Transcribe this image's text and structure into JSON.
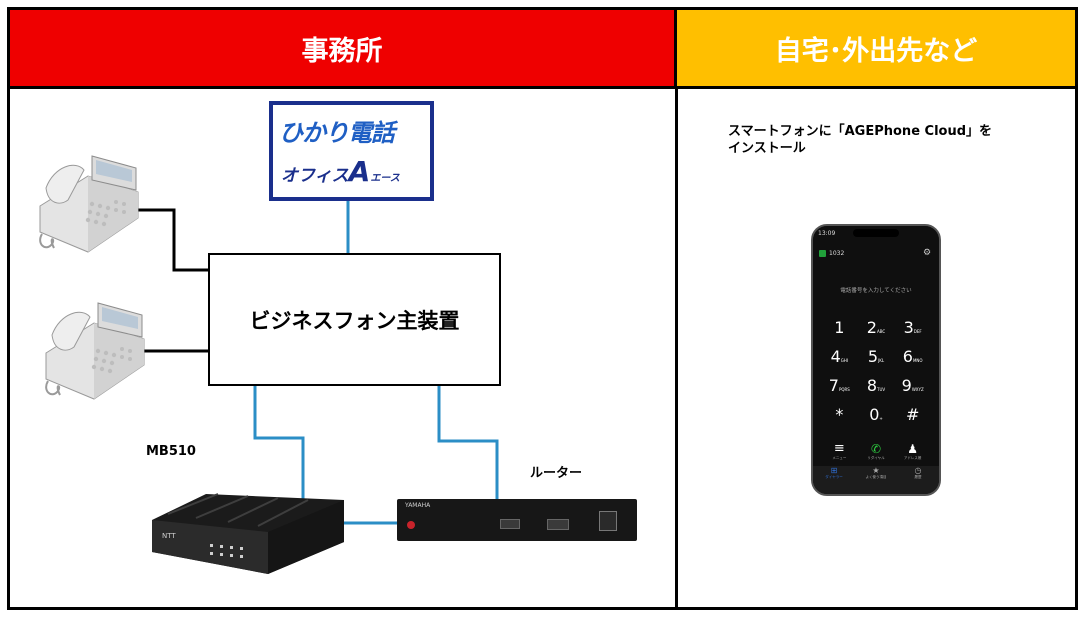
{
  "office": {
    "title": "事務所",
    "bg": "#ef0000"
  },
  "remote": {
    "title": "自宅･外出先など",
    "bg": "#ffbf00"
  },
  "pbx_label": "ビジネスフォン主装置",
  "service_logo": {
    "line1": "ひかり電話",
    "line2": "オフィス",
    "line2_big": "A",
    "line2_small": "エース"
  },
  "mb510_label": "MB510",
  "router_label": "ルーター",
  "router_brand": "YAMAHA",
  "remote_note": {
    "line1": "スマートフォンに「AGEPhone Cloud」を",
    "line2": "インストール"
  },
  "phone_app": {
    "time": "13:09",
    "ext": "1032",
    "input_prompt": "電話番号を入力してください",
    "keys": [
      {
        "d": "1",
        "s": ""
      },
      {
        "d": "2",
        "s": "ABC"
      },
      {
        "d": "3",
        "s": "DEF"
      },
      {
        "d": "4",
        "s": "GHI"
      },
      {
        "d": "5",
        "s": "JKL"
      },
      {
        "d": "6",
        "s": "MNO"
      },
      {
        "d": "7",
        "s": "PQRS"
      },
      {
        "d": "8",
        "s": "TUV"
      },
      {
        "d": "9",
        "s": "WXYZ"
      },
      {
        "d": "*",
        "s": ""
      },
      {
        "d": "0",
        "s": "+"
      },
      {
        "d": "#",
        "s": ""
      }
    ],
    "actions": [
      "メニュー",
      "リダイヤル",
      "アドレス帳"
    ],
    "tabs": [
      "ダイヤラー",
      "よく使う項目",
      "履歴"
    ]
  },
  "colors": {
    "line_blue": "#2b8ec6",
    "line_black": "#000000"
  }
}
